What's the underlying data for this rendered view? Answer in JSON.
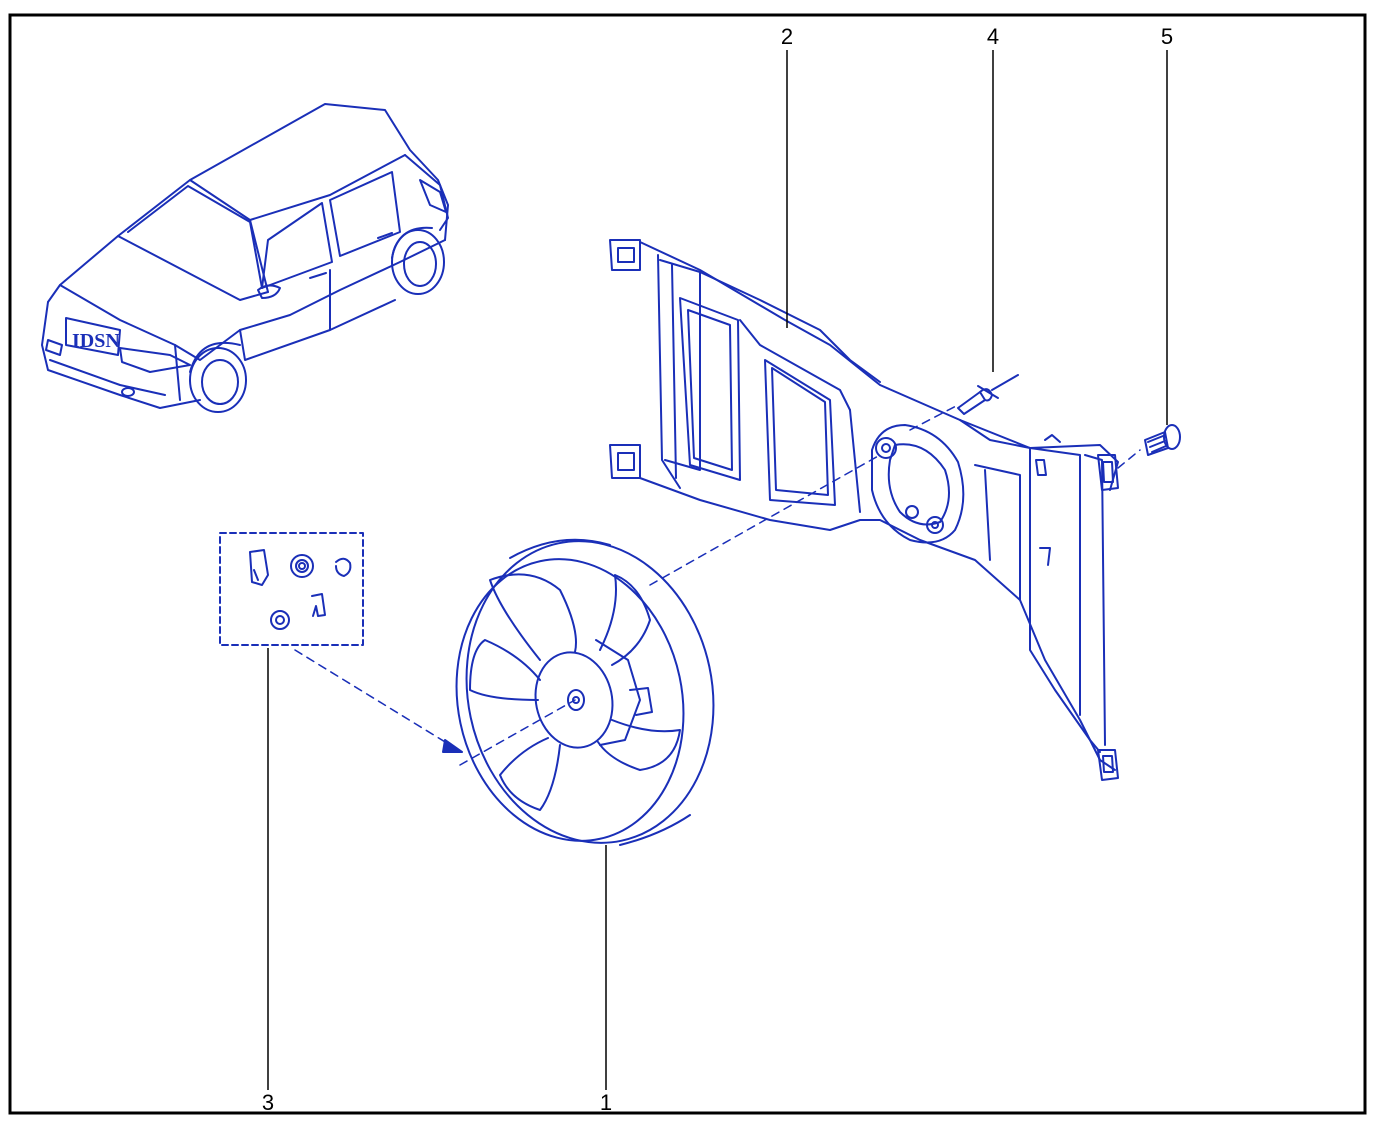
{
  "diagram": {
    "line_color": "#1a2fb8",
    "frame_color": "#000000",
    "callouts": [
      {
        "id": "1",
        "label": "1",
        "part": "cooling-fan-assembly"
      },
      {
        "id": "2",
        "label": "2",
        "part": "fan-shroud-bracket"
      },
      {
        "id": "3",
        "label": "3",
        "part": "mounting-hardware-kit"
      },
      {
        "id": "4",
        "label": "4",
        "part": "rivet"
      },
      {
        "id": "5",
        "label": "5",
        "part": "bolt"
      }
    ]
  }
}
